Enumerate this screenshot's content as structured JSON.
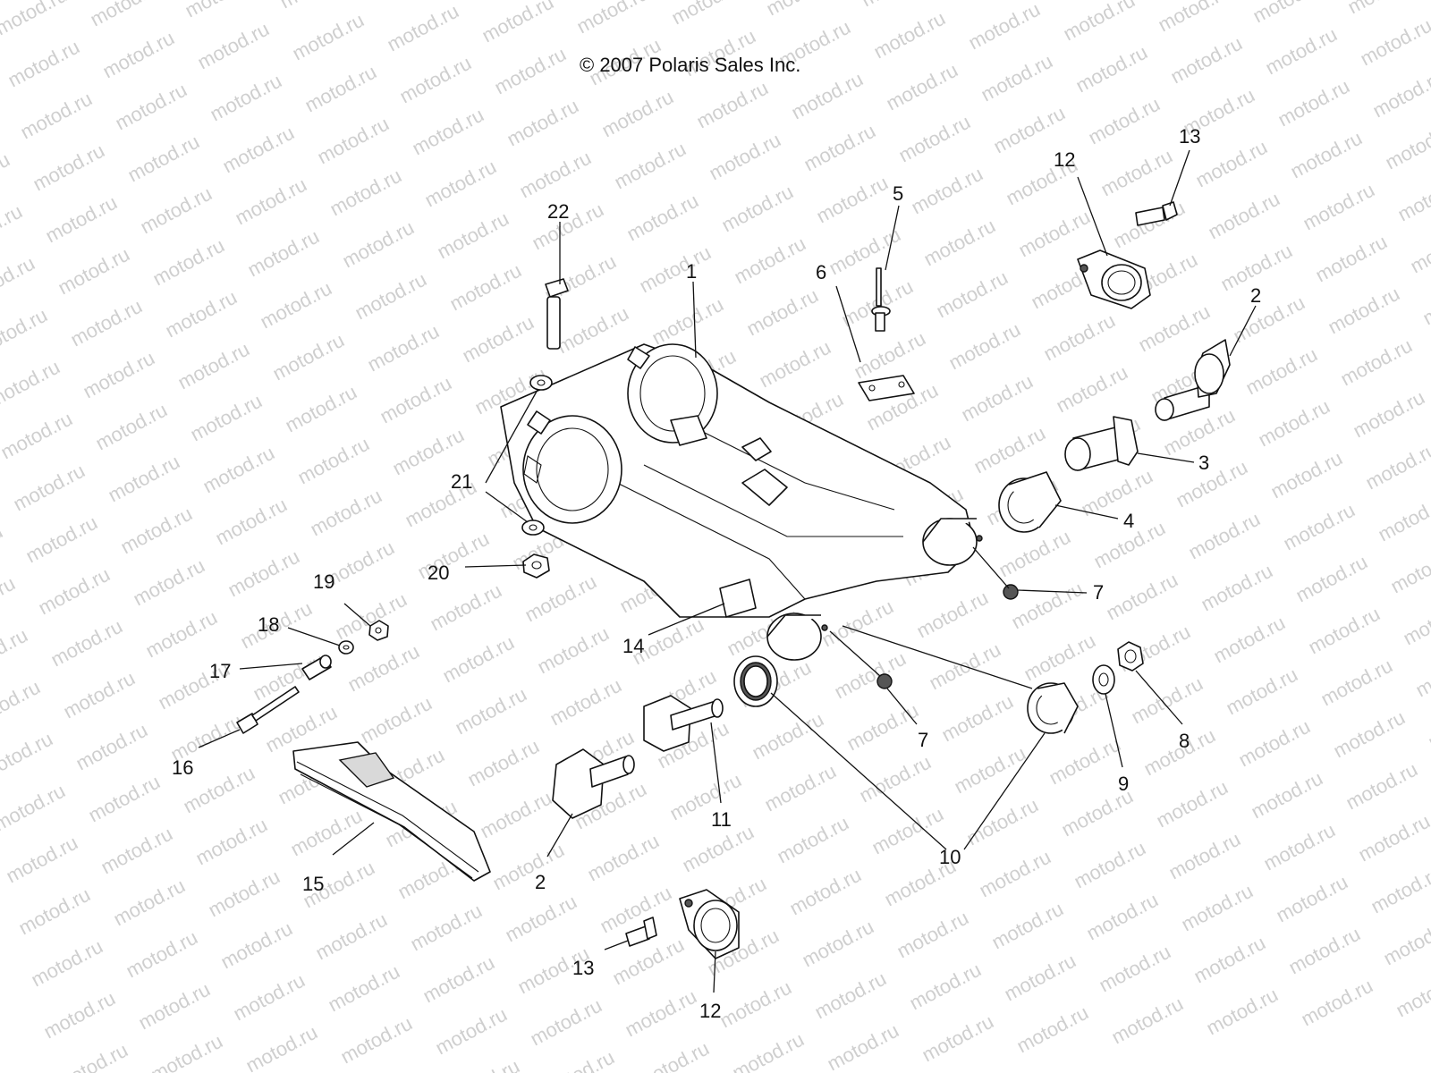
{
  "copyright": "© 2007 Polaris Sales Inc.",
  "watermark": "motod.ru",
  "callouts": [
    {
      "id": "c1",
      "text": "1"
    },
    {
      "id": "c2a",
      "text": "2"
    },
    {
      "id": "c2b",
      "text": "2"
    },
    {
      "id": "c3",
      "text": "3"
    },
    {
      "id": "c4",
      "text": "4"
    },
    {
      "id": "c5",
      "text": "5"
    },
    {
      "id": "c6",
      "text": "6"
    },
    {
      "id": "c7a",
      "text": "7"
    },
    {
      "id": "c7b",
      "text": "7"
    },
    {
      "id": "c8",
      "text": "8"
    },
    {
      "id": "c9",
      "text": "9"
    },
    {
      "id": "c10",
      "text": "10"
    },
    {
      "id": "c11",
      "text": "11"
    },
    {
      "id": "c12a",
      "text": "12"
    },
    {
      "id": "c12b",
      "text": "12"
    },
    {
      "id": "c13a",
      "text": "13"
    },
    {
      "id": "c13b",
      "text": "13"
    },
    {
      "id": "c14",
      "text": "14"
    },
    {
      "id": "c15",
      "text": "15"
    },
    {
      "id": "c16",
      "text": "16"
    },
    {
      "id": "c17",
      "text": "17"
    },
    {
      "id": "c18",
      "text": "18"
    },
    {
      "id": "c19",
      "text": "19"
    },
    {
      "id": "c20",
      "text": "20"
    },
    {
      "id": "c21",
      "text": "21"
    },
    {
      "id": "c22",
      "text": "22"
    }
  ]
}
